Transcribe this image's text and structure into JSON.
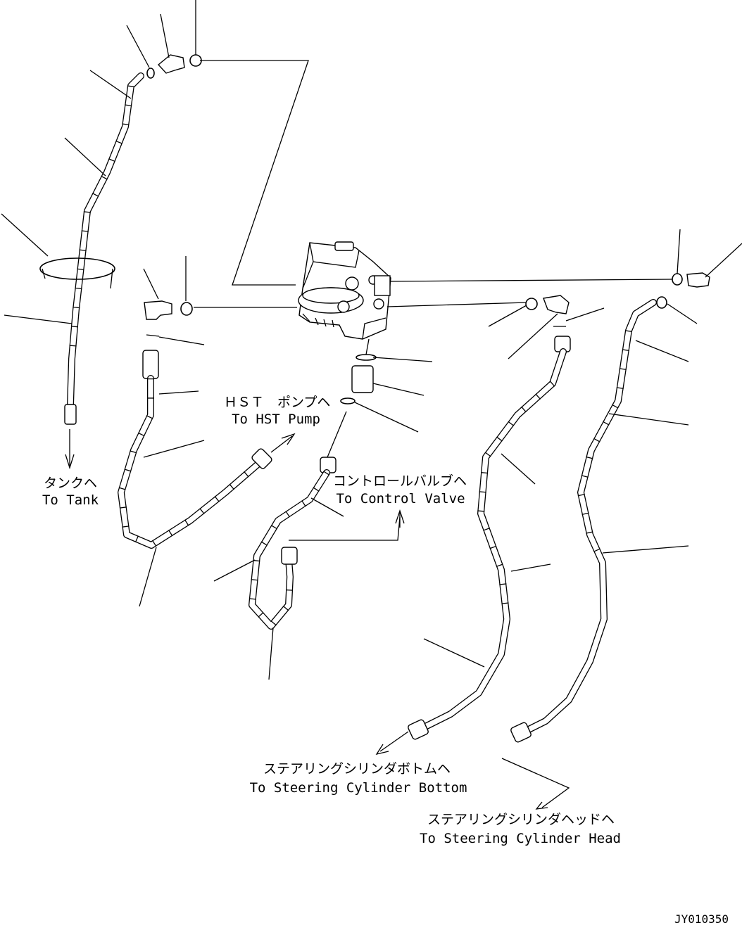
{
  "labels": {
    "hst_pump_jp": "ＨＳＴ　ポンプヘ",
    "hst_pump_en": "To HST Pump",
    "tank_jp": "タンクヘ",
    "tank_en": "To Tank",
    "control_valve_jp": "コントロールバルブヘ",
    "control_valve_en": "To Control Valve",
    "cyl_bottom_jp": "ステアリングシリンダボトムヘ",
    "cyl_bottom_en": "To Steering Cylinder Bottom",
    "cyl_head_jp": "ステアリングシリンダヘッドヘ",
    "cyl_head_en": "To Steering Cylinder Head",
    "drawing_id": "JY010350"
  }
}
